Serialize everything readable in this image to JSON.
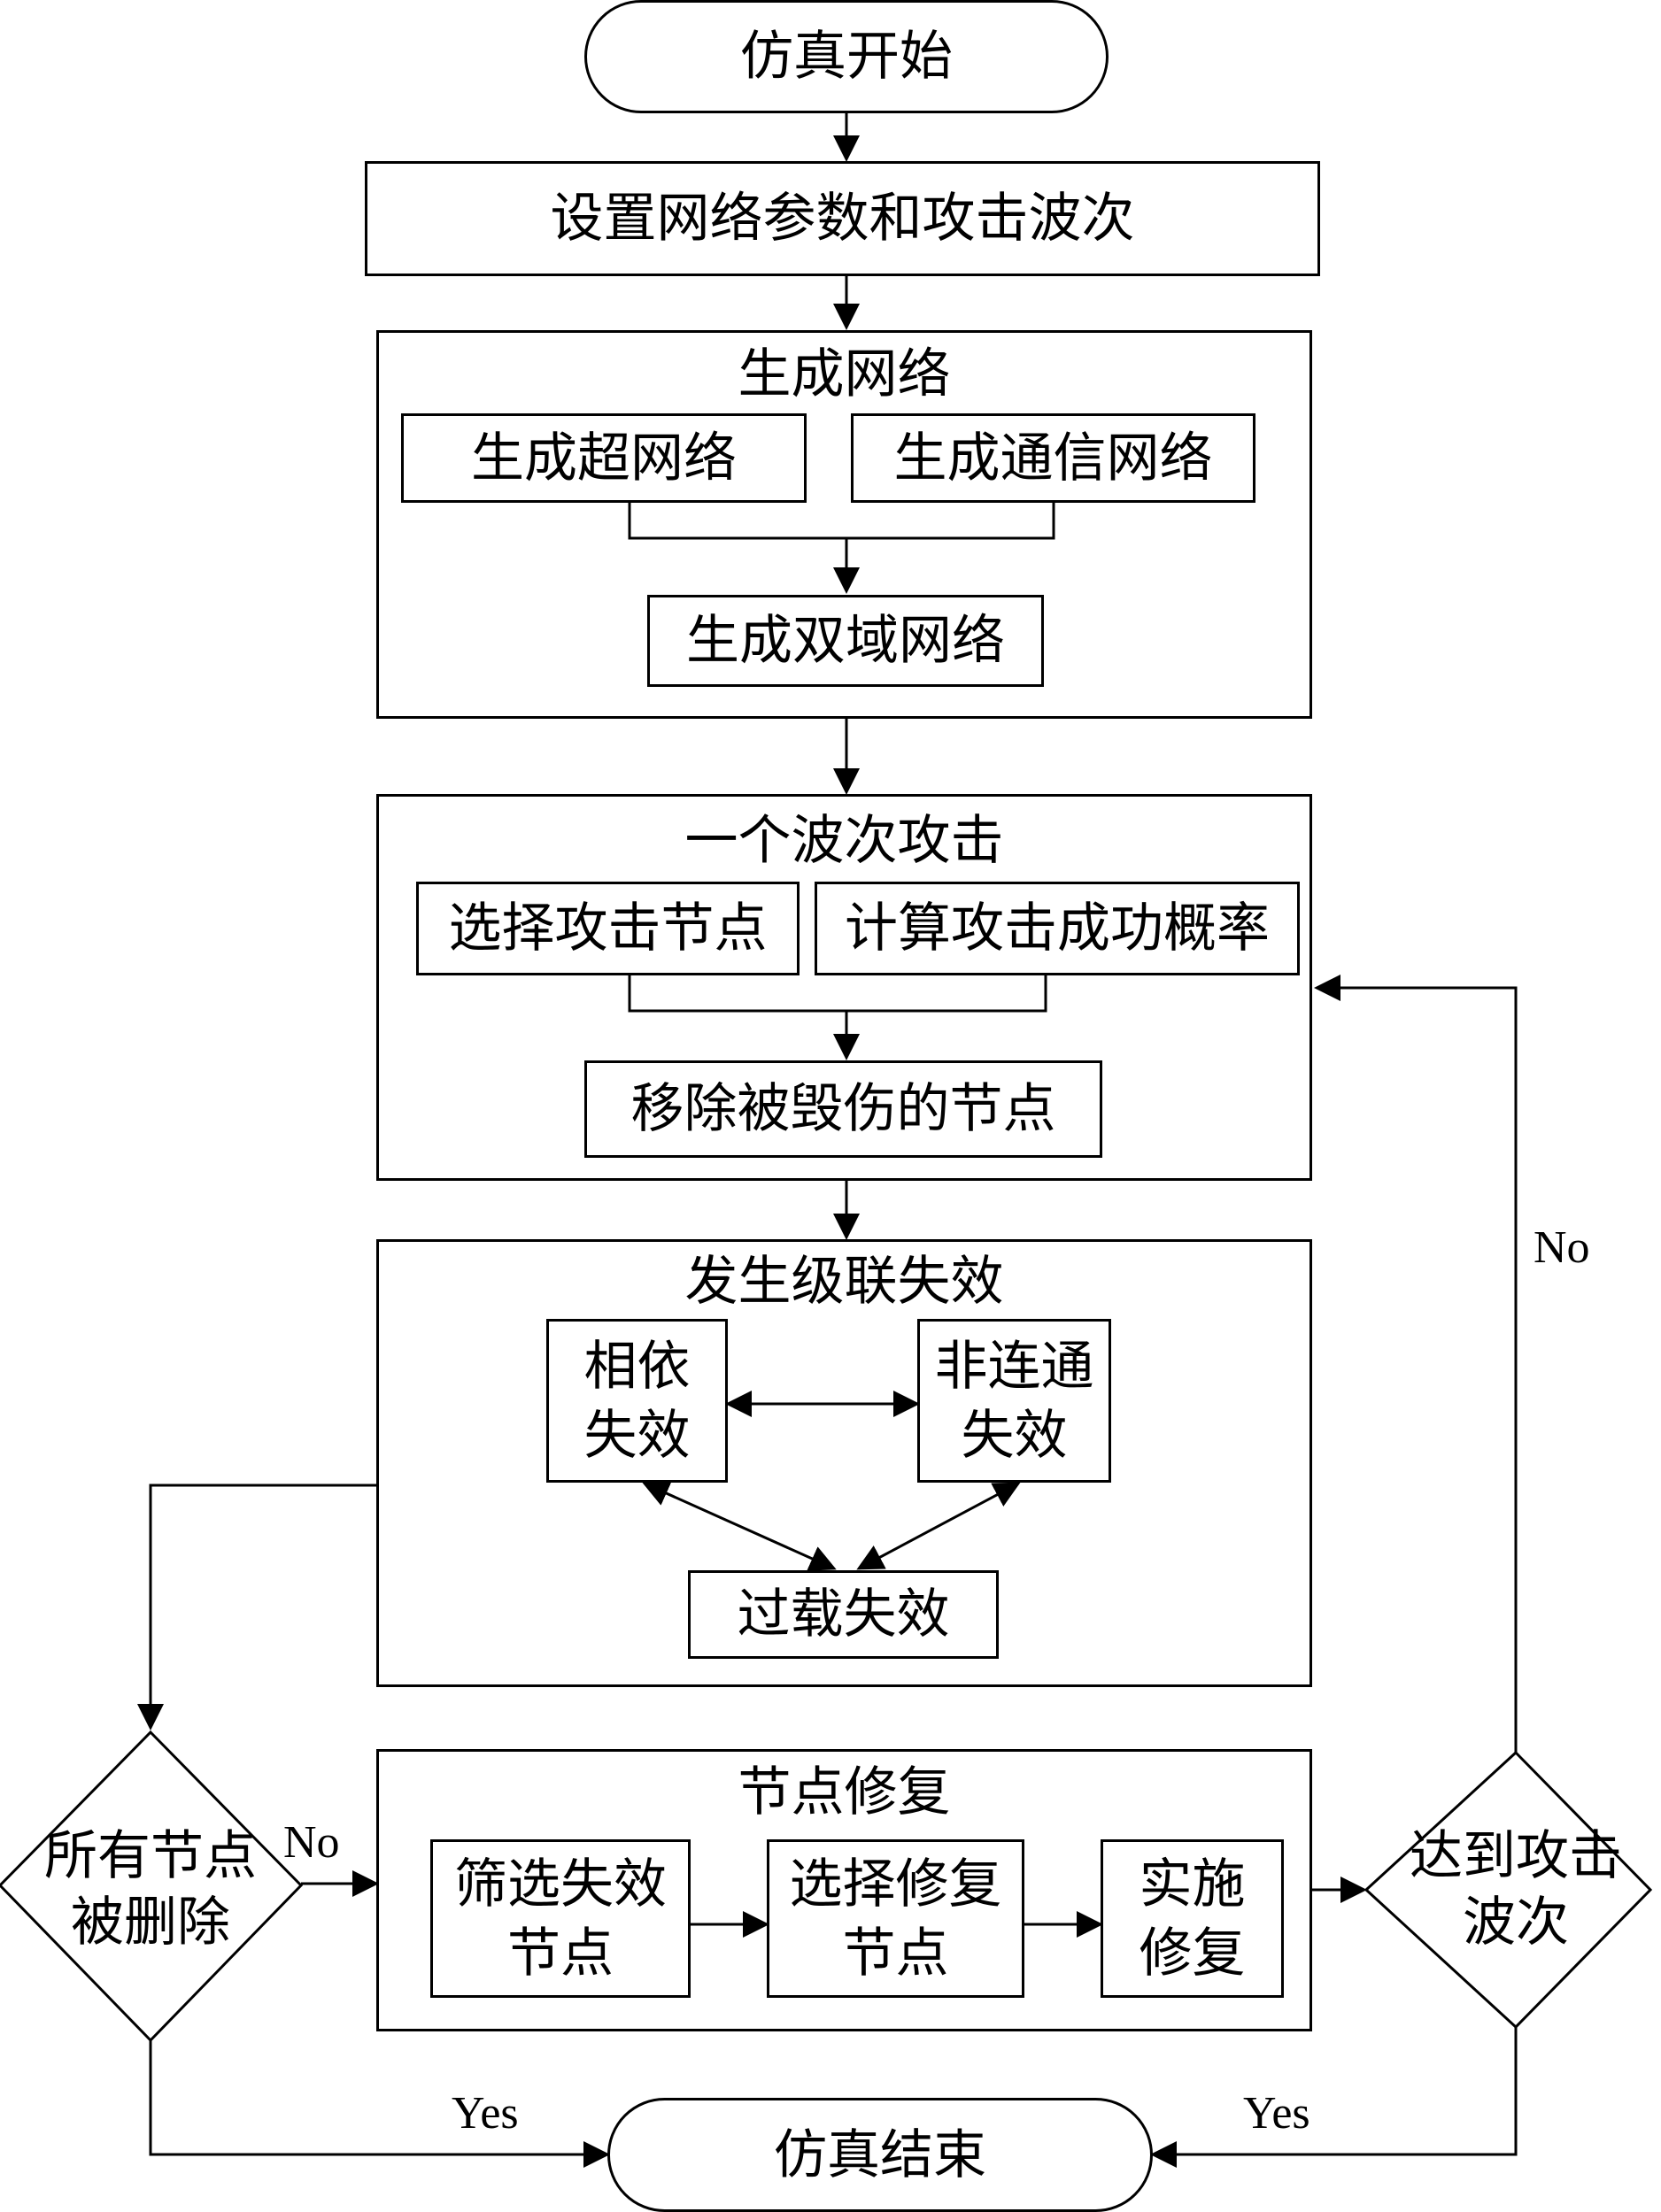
{
  "nodes": {
    "start": "仿真开始",
    "set_params": "设置网络参数和攻击波次",
    "gen_network": {
      "title": "生成网络",
      "super": "生成超网络",
      "comm": "生成通信网络",
      "dual": "生成双域网络"
    },
    "attack": {
      "title": "一个波次攻击",
      "select": "选择攻击节点",
      "prob": "计算攻击成功概率",
      "remove": "移除被毁伤的节点"
    },
    "cascade": {
      "title": "发生级联失效",
      "dependent_1": "相依",
      "dependent_2": "失效",
      "disconnect_1": "非连通",
      "disconnect_2": "失效",
      "overload": "过载失效"
    },
    "repair": {
      "title": "节点修复",
      "filter_1": "筛选失效",
      "filter_2": "节点",
      "choose_1": "选择修复",
      "choose_2": "节点",
      "apply_1": "实施",
      "apply_2": "修复"
    },
    "all_deleted_1": "所有节点",
    "all_deleted_2": "被删除",
    "reach_waves_1": "达到攻击",
    "reach_waves_2": "波次",
    "end": "仿真结束"
  },
  "edge_labels": {
    "no_left": "No",
    "no_right": "No",
    "yes_left": "Yes",
    "yes_right": "Yes"
  }
}
